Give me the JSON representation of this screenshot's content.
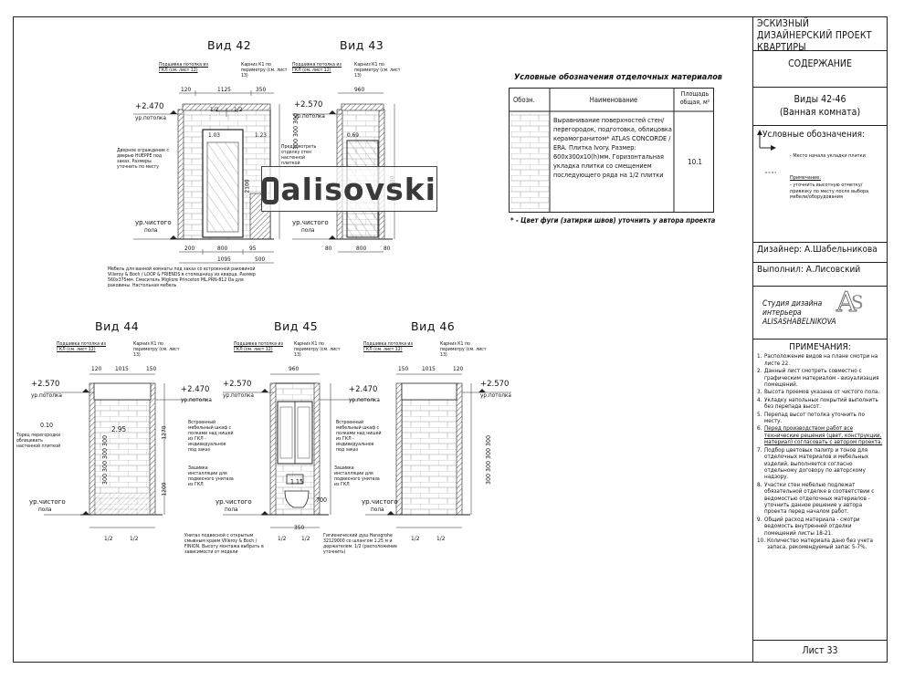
{
  "title_block": {
    "project": "ЭСКИЗНЫЙ ДИЗАЙНЕРСКИЙ ПРОЕКТ КВАРТИРЫ",
    "section": "СОДЕРЖАНИЕ",
    "views": "Виды 42-46",
    "room": "(Ванная комната)",
    "legend_title": "Условные обозначения:",
    "legend_item_1": "- Место начала укладки плитки",
    "legend_item_2_title": "Примечание:",
    "legend_item_2": "- уточнить высотную отметку/привязку по месту после выбора мебели/оборудования",
    "designer": "Дизайнер: А.Шабельникова",
    "performer": "Выполнил: А.Лисовский",
    "studio_line1": "Студия дизайна",
    "studio_line2": "интерьера",
    "studio_line3": "ALISASHABELNIKOVA",
    "notes_title": "ПРИМЕЧАНИЯ:",
    "notes": [
      {
        "n": "1.",
        "t": "Расположение видов на плане смотри на листе 22."
      },
      {
        "n": "2.",
        "t": "Данный лист смотреть совместно с графическим материалом - визуализация помещений."
      },
      {
        "n": "3.",
        "t": "Высота проемов указана от чистого пола."
      },
      {
        "n": "4.",
        "t": "Укладку напольных покрытий выполнить без перепада высот."
      },
      {
        "n": "5.",
        "t": "Перепад высот потолка уточнить по месту."
      },
      {
        "n": "6.",
        "t": "Перед производством работ все технические решения (цвет, конструкции, материал) согласовать с автором проекта."
      },
      {
        "n": "7.",
        "t": "Подбор цветовых палитр и тонов для отделочных материалов и мебельных изделий, выполняется согласно отдельному договору по авторскому надзору."
      },
      {
        "n": "8.",
        "t": "Участки стен мебелью подлежат обязательной отделке в соответствии с ведомостью отделочных материалов - уточнить данное решение у автора проекта перед началом работ."
      },
      {
        "n": "9.",
        "t": "Общий расход материала - смотри ведомость внутренней отделки помещений листы 18-21."
      },
      {
        "n": "10.",
        "t": "Количество материала дано без учета запаса, рекомендуемый запас 5-7%."
      }
    ],
    "sheet": "Лист 33"
  },
  "legend_table": {
    "title": "Условные обозначения отделочных материалов",
    "col_code": "Обозн.",
    "col_name": "Наименование",
    "col_area": "Площадь общая, м²",
    "row_name": "Выравнивание поверхностей стен/перегородок, подготовка, облицовка керамогранитом* ATLAS CONCORDE / ERA. Плитка Ivory. Размер: 600x300x10(h)мм. Горизонтальная укладка плитки со смещением последующего ряда на 1/2 плитки",
    "row_area": "10.1",
    "footnote": "* - Цвет фуги (затирки швов) уточнить у автора проекта"
  },
  "watermark": "alisovski",
  "views": {
    "v42": {
      "title": "Вид 42",
      "lvl": "+2.470",
      "lvl_sub": "ур.потолка",
      "floor": "ур.чистого",
      "floor2": "пола",
      "note_top_left": "Подшивка потолка из ГКЛ (см. лист 12)",
      "note_top_right": "Карниз К1 по периметру (см. лист 13)",
      "d_120": "120",
      "d_1125": "1125",
      "d_350": "350",
      "d_103": "1.03",
      "d_123": "1.23",
      "d_2100": "2100",
      "d_half1": "1/2",
      "d_half2": "1/2",
      "d_200": "200",
      "d_800": "800",
      "d_95": "95",
      "d_1095": "1095",
      "d_500": "500",
      "note_door": "Дверное ограждение с дверью HUEPPE под заказ. Размеры уточнить по месту",
      "note_bottom": "Мебель для ванной комнаты под заказ со встроенной раковиной Villeroy & Boch / LOOP & FRIENDS в столешницу из кварца. Размер 560x375мм. Смеситель Migliore Princeton ML.PRN-812 Da для раковины. Настольная мебель"
    },
    "v43": {
      "title": "Вид 43",
      "lvl": "+2.570",
      "lvl_sub": "ур.потолка",
      "floor": "ур.чистого",
      "floor2": "пола",
      "note_top_left": "Подшивка потолка из ГКЛ (см. лист 12)",
      "note_top_right": "Карниз К1 по периметру (см. лист 13)",
      "d_960": "960",
      "d_069": "0.69",
      "d_2100": "2100",
      "d_80": "80",
      "d_800": "800",
      "d_80b": "80",
      "note_mid": "Предусмотреть отделку стен настенной плиткой"
    },
    "v44": {
      "title": "Вид 44",
      "lvl": "+2.570",
      "lvl2": "+2.470",
      "lvl_sub": "ур.потолка",
      "floor": "ур.чистого",
      "floor2": "пола",
      "note_top_left": "Подшивка потолка из ГКЛ (см. лист 12)",
      "note_top_right": "Карниз К1 по периметру (см. лист 13)",
      "d_120": "120",
      "d_1015": "1015",
      "d_150": "150",
      "d_295": "2.95",
      "d_010": "0.10",
      "d_1270": "1270",
      "d_1200": "1200",
      "d_h1": "1/2",
      "d_h2": "1/2",
      "note_end": "Торец перегородки облицевать настенной плиткой",
      "note_cab": "Встроенный мебельный шкаф с полками над нишей из ГКЛ - индивидуальное под заказ",
      "note_inst": "Зашивка инсталляции для подвесного унитаза из ГКЛ"
    },
    "v45": {
      "title": "Вид 45",
      "lvl": "+2.570",
      "lvl2": "+2.470",
      "lvl_sub": "ур.потолка",
      "floor": "ур.чистого",
      "floor2": "пола",
      "note_top_left": "Подшивка потолка из ГКЛ (см. лист 12)",
      "note_top_right": "Карниз К1 по периметру (см. лист 13)",
      "d_960": "960",
      "d_115": "1.15",
      "d_700": "700",
      "d_350": "350",
      "d_h1": "1/2",
      "d_h2": "1/2",
      "note_cab": "Встроенный мебельный шкаф с полками над нишей из ГКЛ - индивидуальное под заказ",
      "note_inst": "Зашивка инсталляции для подвесного унитаза из ГКЛ",
      "note_wc": "Унитаз подвесной с открытым смывным краем Villeroy & Boch / FINION. Высоту монтажа выбрать в зависимости от модели",
      "note_tap": "Гигиенический душ Hansgrohe 32129000 со шлангом 1.25 м и держателем. 1/2 (расположение уточнить)"
    },
    "v46": {
      "title": "Вид 46",
      "lvl": "+2.570",
      "lvl_sub": "ур.потолка",
      "floor": "ур.чистого",
      "floor2": "пола",
      "note_top_left": "Подшивка потолка из ГКЛ (см. лист 12)",
      "note_top_right": "Карниз К1 по периметру (см. лист 13)",
      "d_150": "150",
      "d_1015": "1015",
      "d_120": "120",
      "d_h1": "1/2",
      "d_h2": "1/2"
    }
  }
}
